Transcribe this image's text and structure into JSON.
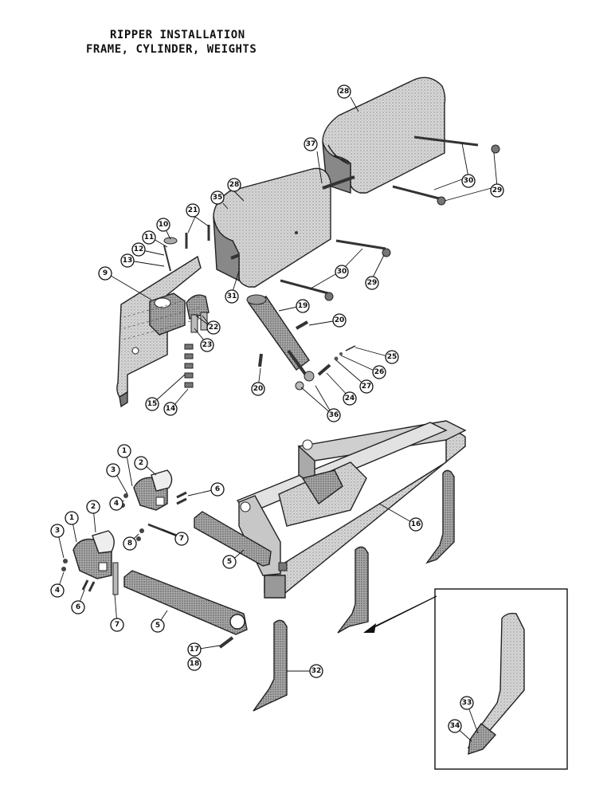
{
  "title": {
    "line1": "RIPPER INSTALLATION",
    "line2": "FRAME, CYLINDER, WEIGHTS"
  },
  "callouts": {
    "c1a": "1",
    "c1b": "1",
    "c2a": "2",
    "c2b": "2",
    "c3a": "3",
    "c3b": "3",
    "c4a": "4",
    "c4b": "4",
    "c5a": "5",
    "c5b": "5",
    "c6a": "6",
    "c6b": "6",
    "c7a": "7",
    "c7b": "7",
    "c8": "8",
    "c9": "9",
    "c10": "10",
    "c11": "11",
    "c12": "12",
    "c13": "13",
    "c14": "14",
    "c15": "15",
    "c16": "16",
    "c17": "17",
    "c18": "18",
    "c19": "19",
    "c20a": "20",
    "c20b": "20",
    "c21": "21",
    "c22": "22",
    "c23": "23",
    "c24": "24",
    "c25": "25",
    "c26": "26",
    "c27": "27",
    "c28a": "28",
    "c28b": "28",
    "c29a": "29",
    "c29b": "29",
    "c30a": "30",
    "c30b": "30",
    "c31": "31",
    "c32": "32",
    "c33": "33",
    "c34": "34",
    "c35": "35",
    "c36": "36",
    "c37": "37"
  }
}
